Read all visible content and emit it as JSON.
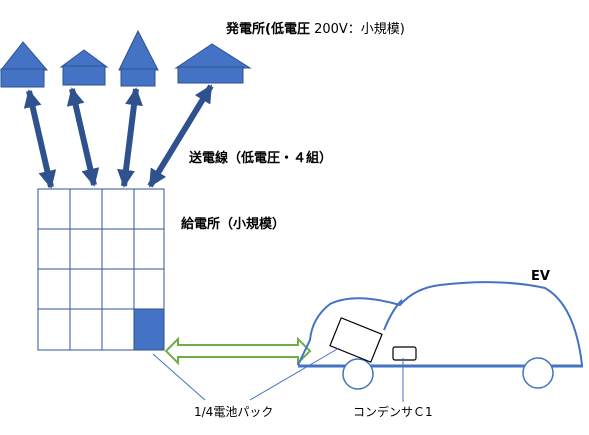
{
  "labels": {
    "power_plant_bold": "発電所(低電圧",
    "power_plant_rest": " 200V：小規模)",
    "transmission_line": "送電線（低電圧・４組）",
    "distribution_station": "給電所（小規模）",
    "ev": "EV",
    "battery_pack": "1/4電池パック",
    "capacitor": "コンデンサＣ1"
  },
  "colors": {
    "house_fill": "#4472c4",
    "house_stroke": "#2f528f",
    "grid_line": "#2f5597",
    "car_line": "#4472c4",
    "road_line": "#4472c4",
    "charge_arrow": "#70ad47",
    "battery_cell": "#4472c4"
  },
  "icons": [
    "house-icon",
    "double-arrow-icon",
    "battery-cell-icon",
    "capacitor-icon",
    "wheel-icon"
  ]
}
